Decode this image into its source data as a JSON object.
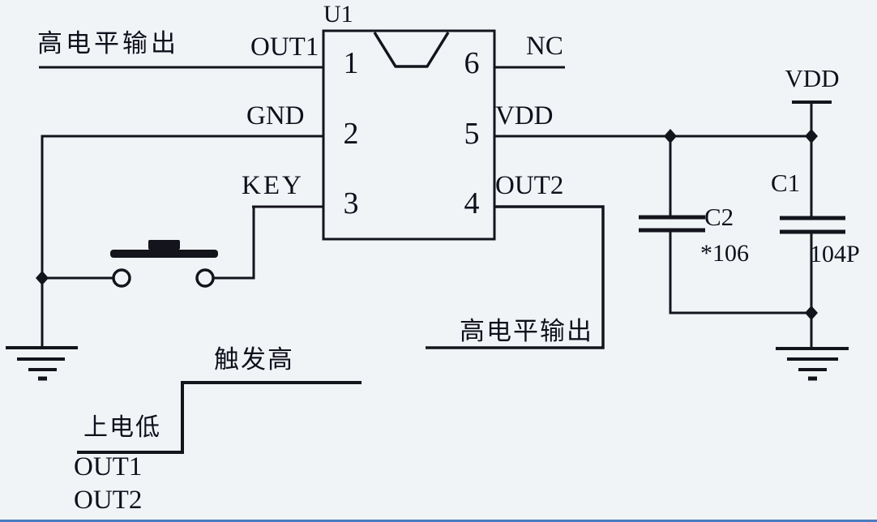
{
  "diagram": {
    "ic": {
      "reference": "U1",
      "pins": [
        {
          "number": "1",
          "name": "OUT1"
        },
        {
          "number": "2",
          "name": "GND"
        },
        {
          "number": "3",
          "name": "KEY"
        },
        {
          "number": "4",
          "name": "OUT2"
        },
        {
          "number": "5",
          "name": "VDD"
        },
        {
          "number": "6",
          "name": "NC"
        }
      ]
    },
    "annotations": {
      "out1_note": "高电平输出",
      "out2_note": "高电平输出"
    },
    "power": {
      "vdd_rail_label": "VDD"
    },
    "capacitors": [
      {
        "reference": "C2",
        "value": "*106"
      },
      {
        "reference": "C1",
        "value": "104P"
      }
    ],
    "timing": {
      "high_label": "触发高",
      "low_label": "上电低",
      "signal1": "OUT1",
      "signal2": "OUT2"
    },
    "colors": {
      "background": "#f1f4f7",
      "line": "#14141c",
      "text": "#10101c",
      "bottom_accent": "#4a7dc0"
    }
  }
}
